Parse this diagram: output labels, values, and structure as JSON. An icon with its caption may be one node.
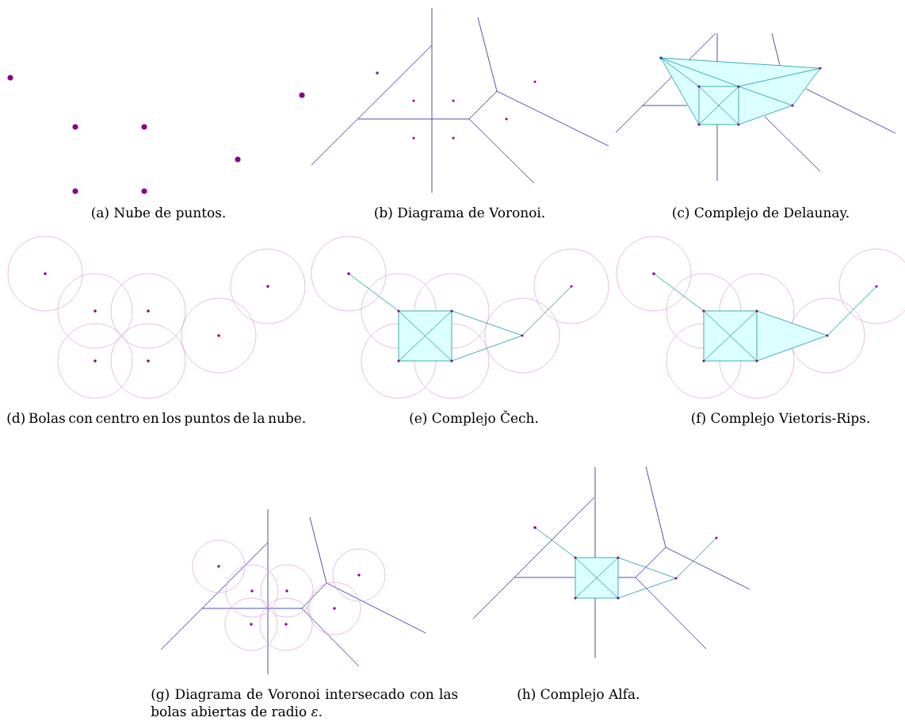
{
  "diagram": {
    "labels": [
      "(a) Nube de puntos.",
      "(b) Diagrama de Voronoi.",
      "(c) Complejo de Delaunay.",
      "(d) Bolas con centro en los puntos de la nube.",
      "(e) Complejo Čech.",
      "(f) Complejo Vietoris-Rips.",
      "(g) Diagrama de Voronoi intersecado con las bolas abiertas de radio *ε*.",
      "(h) Complejo Alfa."
    ]
  }
}
